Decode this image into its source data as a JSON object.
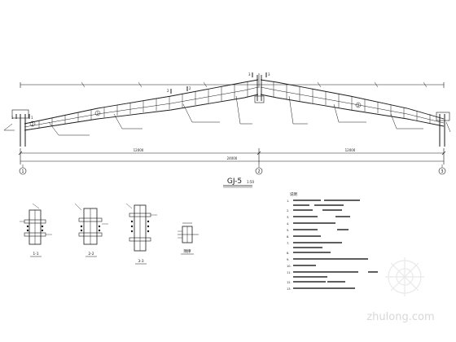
{
  "frame_title": "GJ-5",
  "frame_scale": "1:50",
  "grid_axes": [
    {
      "label": "1"
    },
    {
      "label": "2"
    },
    {
      "label": "3"
    }
  ],
  "span_labels": [
    "12000",
    "12000"
  ],
  "total_span_label": "24000",
  "rafter_marks": [
    "2",
    "1",
    "2"
  ],
  "section_marks": [
    "1",
    "1",
    "2",
    "2",
    "3",
    "3"
  ],
  "details": [
    {
      "title": "1-1"
    },
    {
      "title": "2-2"
    },
    {
      "title": "3-3"
    },
    {
      "title": "隅撑"
    }
  ],
  "notes": {
    "heading": "说明",
    "numbers": [
      "1.",
      "2.",
      "3.",
      "4.",
      "5.",
      "6.",
      "7.",
      "8.",
      "9.",
      "10.",
      "11.",
      "12.",
      "13.",
      "14."
    ]
  },
  "watermark": "zhulong.com",
  "colors": {
    "ink": "#1a1a1a",
    "paper": "#ffffff",
    "watermark": "#d7d7d7"
  }
}
